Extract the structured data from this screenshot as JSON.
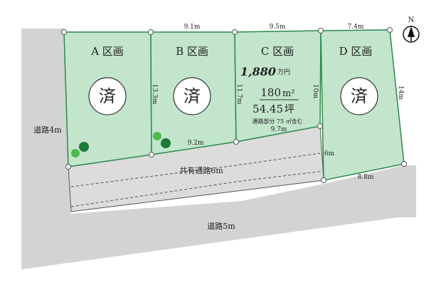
{
  "lots": [
    {
      "id": "A",
      "label": "A 区画",
      "status": "済"
    },
    {
      "id": "B",
      "label": "B 区画",
      "status": "済"
    },
    {
      "id": "C",
      "label": "C 区画",
      "price_num": "1,880",
      "price_unit": "万円",
      "area_sqm_num": "180",
      "area_sqm_unit": "m²",
      "area_tsubo_num": "54.45",
      "area_tsubo_unit": "坪",
      "note": "通路部分 75 ㎡含む"
    },
    {
      "id": "D",
      "label": "D 区画",
      "status": "済"
    }
  ],
  "dimensions": {
    "ab_top": "9.1m",
    "c_top": "9.5m",
    "d_top": "7.4m",
    "b_left": "13.3m",
    "c_left": "11.7m",
    "c_right": "10m",
    "d_right": "14m",
    "b_bottom": "9.2m",
    "c_bottom": "9.7m",
    "d_left_lower": "6m",
    "d_bottom": "8.8m"
  },
  "roads": {
    "shared": "共有通路6m",
    "left": "道路4m",
    "bottom": "道路5m"
  },
  "compass": {
    "label": "N"
  },
  "colors": {
    "lot_fill": "#c3e5cc",
    "lot_stroke": "#2a8a4a",
    "road": "#d3d3d3",
    "tree_dark": "#1b7a34",
    "tree_light": "#4cbb4c"
  }
}
